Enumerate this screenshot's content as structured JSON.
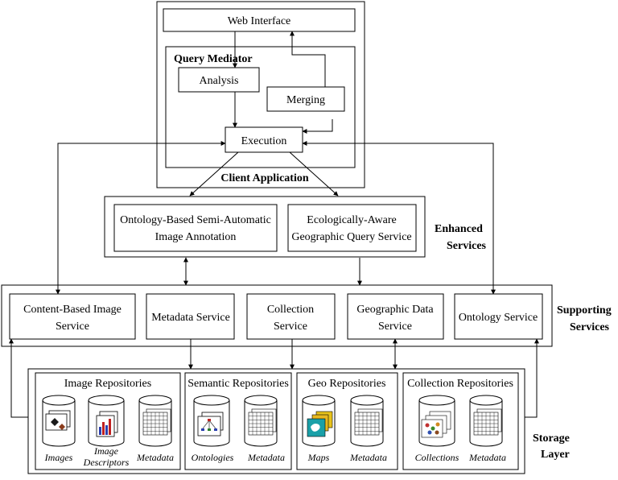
{
  "client": {
    "web_interface": "Web Interface",
    "query_mediator": "Query Mediator",
    "analysis": "Analysis",
    "merging": "Merging",
    "execution": "Execution",
    "client_application": "Client Application"
  },
  "enhanced": {
    "ontology_annotation_line1": "Ontology-Based Semi-Automatic",
    "ontology_annotation_line2": "Image Annotation",
    "geo_query_line1": "Ecologically-Aware",
    "geo_query_line2": "Geographic Query Service",
    "layer_label_line1": "Enhanced",
    "layer_label_line2": "Services"
  },
  "supporting": {
    "cbis_line1": "Content-Based Image",
    "cbis_line2": "Service",
    "metadata_service": "Metadata Service",
    "collection_line1": "Collection",
    "collection_line2": "Service",
    "geo_data_line1": "Geographic Data",
    "geo_data_line2": "Service",
    "ontology_service": "Ontology Service",
    "layer_label_line1": "Supporting",
    "layer_label_line2": "Services"
  },
  "storage": {
    "image_repos": "Image Repositories",
    "semantic_repos": "Semantic Repositories",
    "geo_repos": "Geo Repositories",
    "collection_repos": "Collection Repositories",
    "images": "Images",
    "image_descriptors_line1": "Image",
    "image_descriptors_line2": "Descriptors",
    "metadata": "Metadata",
    "ontologies": "Ontologies",
    "maps": "Maps",
    "collections": "Collections",
    "layer_label_line1": "Storage",
    "layer_label_line2": "Layer"
  },
  "icons": {
    "cylinder": "database-cylinder-icon",
    "grid": "metadata-grid-icon",
    "butterfly": "butterfly-images-icon",
    "barchart": "bar-chart-descriptor-icon",
    "tree": "ontology-tree-icon",
    "map": "map-icon",
    "collection": "collection-sheets-icon"
  }
}
